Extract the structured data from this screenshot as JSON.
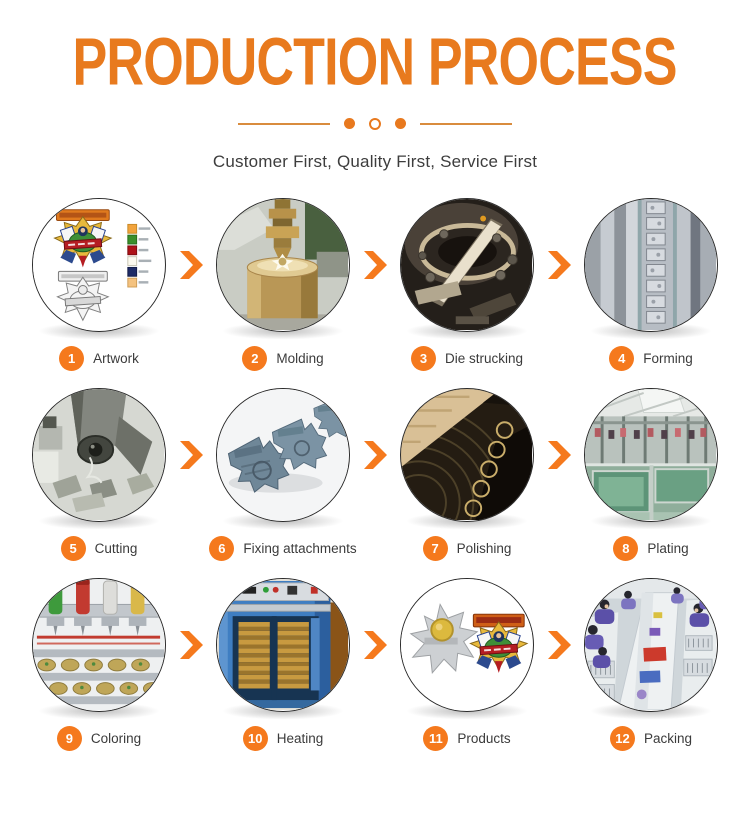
{
  "header": {
    "title": "PRODUCTION PROCESS",
    "subtitle": "Customer First, Quality First, Service First"
  },
  "steps": [
    {
      "number": "1",
      "label": "Artwork",
      "image": "artwork-design-sheet"
    },
    {
      "number": "2",
      "label": "Molding",
      "image": "brass-mold-machine"
    },
    {
      "number": "3",
      "label": "Die strucking",
      "image": "die-striking-press"
    },
    {
      "number": "4",
      "label": "Forming",
      "image": "stamped-metal-strip"
    },
    {
      "number": "5",
      "label": "Cutting",
      "image": "cutting-machine"
    },
    {
      "number": "6",
      "label": "Fixing attachments",
      "image": "badge-castings"
    },
    {
      "number": "7",
      "label": "Polishing",
      "image": "polishing-wheels"
    },
    {
      "number": "8",
      "label": "Plating",
      "image": "plating-line"
    },
    {
      "number": "9",
      "label": "Coloring",
      "image": "color-filling-machine"
    },
    {
      "number": "10",
      "label": "Heating",
      "image": "baking-oven"
    },
    {
      "number": "11",
      "label": "Products",
      "image": "finished-pins"
    },
    {
      "number": "12",
      "label": "Packing",
      "image": "packing-line-workers"
    }
  ],
  "colors": {
    "accent_orange": "#F5791D",
    "title_orange": "#E87A1E",
    "divider_orange": "#D98C3E",
    "label_text": "#3B3B3B"
  },
  "icons": {
    "arrow": "chevron-right"
  }
}
